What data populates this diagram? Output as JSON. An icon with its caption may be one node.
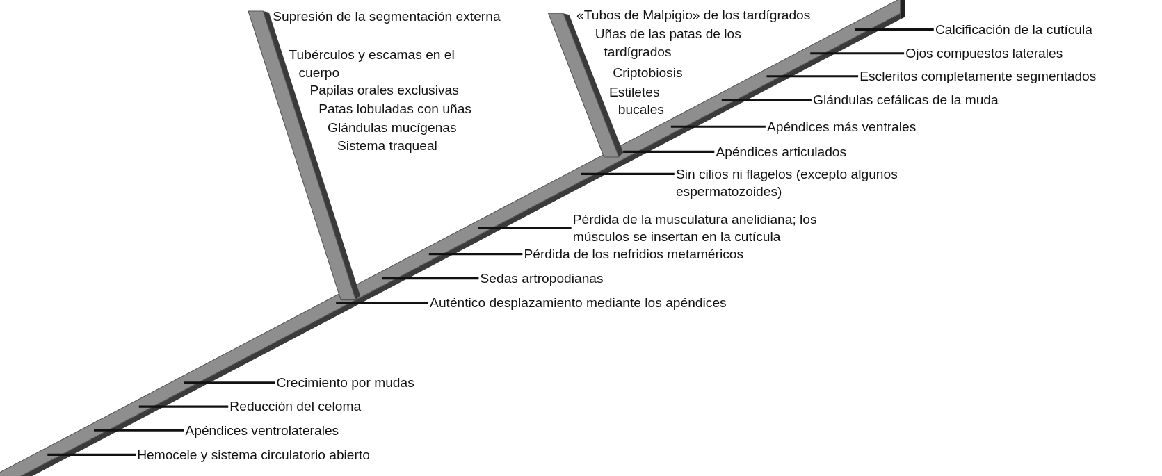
{
  "diagram": {
    "nodes": [
      {
        "text": [],
        "shape": "bar"
      },
      {
        "text": [],
        "shape": "bar",
        "beside": [
          "Supresión de la segmentación externa",
          "Tubérculos y escamas en el cuerpo",
          "Papilas orales exclusivas",
          "Patas lobuladas con uñas",
          "Glándulas mucígenas",
          "Sistema traqueal"
        ]
      },
      {
        "text": [],
        "shape": "bar",
        "beside": [
          "«Tubos de Malpigio» de los tardígrados",
          "Uñas de las patas de los tardígrados",
          "Criptobiosis",
          "Estiletes bucales"
        ]
      },
      {
        "text": [
          "Calcificación de la cutícula"
        ]
      },
      {
        "text": [
          "Ojos compuestos laterales"
        ]
      },
      {
        "text": [
          "Escleritos completamente segmentados"
        ]
      },
      {
        "text": [
          "Glándulas cefálicas de la muda"
        ]
      },
      {
        "text": [
          "Apéndices más ventrales"
        ]
      },
      {
        "text": [
          "Apéndices articulados"
        ]
      },
      {
        "text": [
          "Sin cilios ni flagelos (excepto algunos espermatozoides)"
        ]
      },
      {
        "text": [
          "Pérdida de la musculatura anelidiana; los músculos se insertan en la cutícula"
        ]
      },
      {
        "text": [
          "Pérdida de los nefridios metaméricos"
        ]
      },
      {
        "text": [
          "Sedas artropodianas"
        ]
      },
      {
        "text": [
          "Auténtico desplazamiento mediante los apéndices"
        ]
      },
      {
        "text": [
          "Crecimiento por mudas"
        ]
      },
      {
        "text": [
          "Reducción del celoma"
        ]
      },
      {
        "text": [
          "Apéndices ventrolaterales"
        ]
      },
      {
        "text": [
          "Hemocele y sistema circulatorio abierto"
        ]
      }
    ],
    "edges": [
      {
        "from": 3,
        "to": 0,
        "arrow": "none"
      },
      {
        "from": 4,
        "to": 0,
        "arrow": "none"
      },
      {
        "from": 5,
        "to": 0,
        "arrow": "none"
      },
      {
        "from": 6,
        "to": 0,
        "arrow": "none"
      },
      {
        "from": 7,
        "to": 0,
        "arrow": "none"
      },
      {
        "from": 8,
        "to": 0,
        "arrow": "none"
      },
      {
        "from": 9,
        "to": 0,
        "arrow": "none"
      },
      {
        "from": 10,
        "to": 0,
        "arrow": "none"
      },
      {
        "from": 11,
        "to": 0,
        "arrow": "none"
      },
      {
        "from": 12,
        "to": 0,
        "arrow": "none"
      },
      {
        "from": 13,
        "to": 0,
        "arrow": "none"
      },
      {
        "from": 14,
        "to": 0,
        "arrow": "none"
      },
      {
        "from": 15,
        "to": 0,
        "arrow": "none"
      },
      {
        "from": 16,
        "to": 0,
        "arrow": "none"
      },
      {
        "from": 17,
        "to": 0,
        "arrow": "none"
      }
    ]
  }
}
